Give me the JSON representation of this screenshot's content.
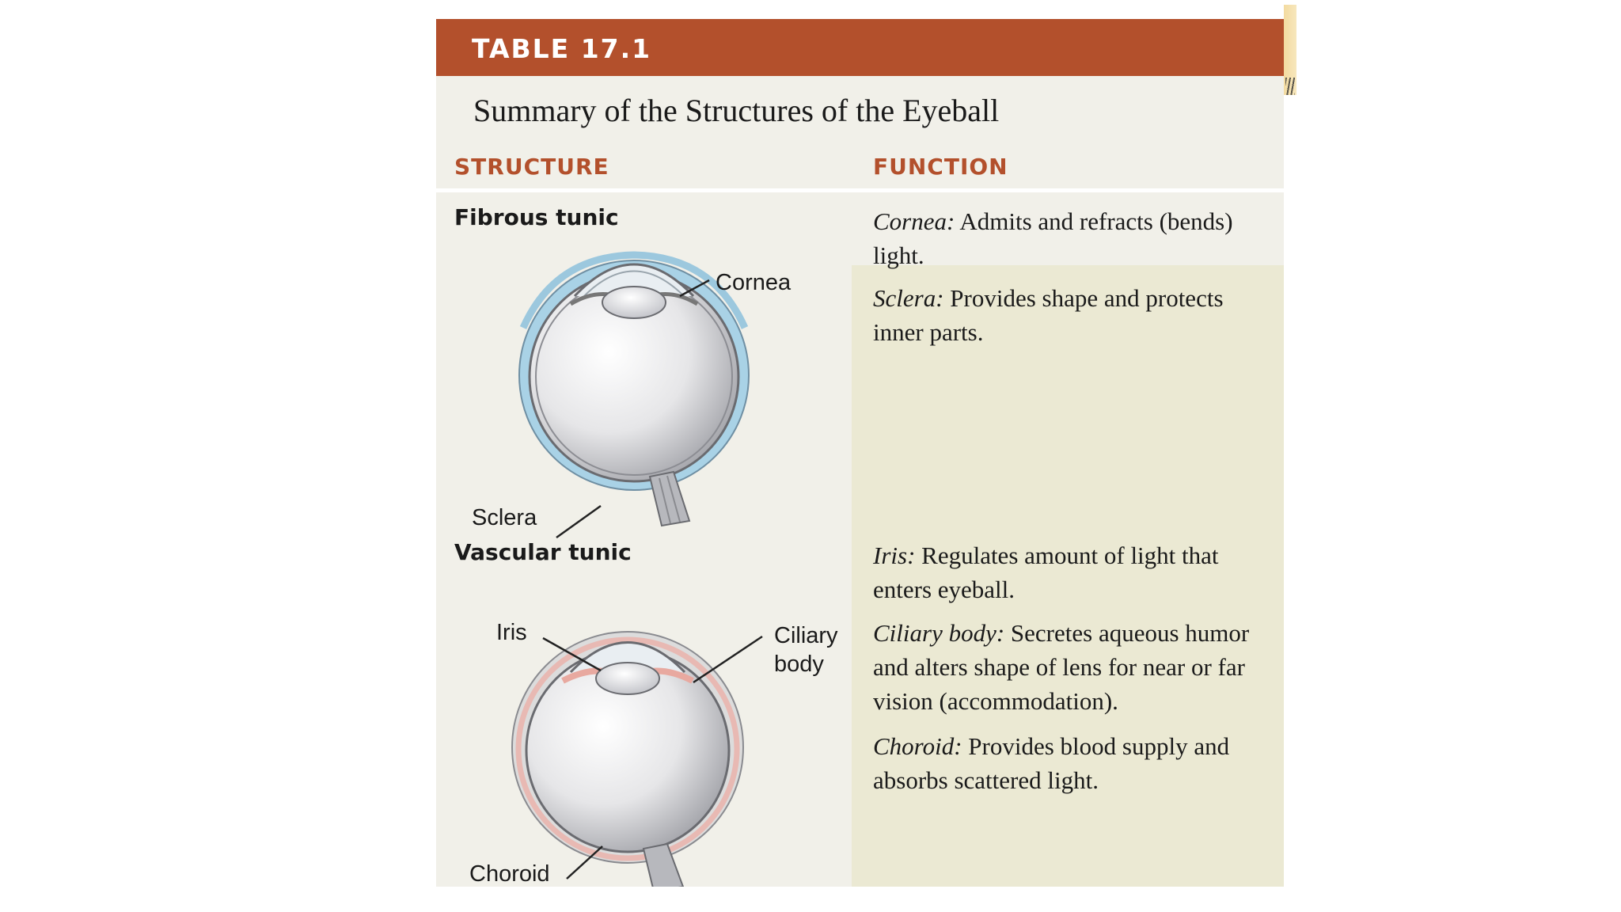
{
  "table": {
    "number": "TABLE 17.1",
    "title": "Summary of the Structures of the Eyeball",
    "columns": {
      "structure": "STRUCTURE",
      "function": "FUNCTION"
    }
  },
  "rows": [
    {
      "structure": "Fibrous tunic",
      "diagram_labels": {
        "top_right": "Cornea",
        "bottom_left": "Sclera"
      },
      "functions": [
        {
          "term": "Cornea:",
          "text": " Admits and refracts (bends) light."
        },
        {
          "term": "Sclera:",
          "text": " Provides shape and protects inner parts."
        }
      ]
    },
    {
      "structure": "Vascular tunic",
      "diagram_labels": {
        "top_left": "Iris",
        "top_right_line1": "Ciliary",
        "top_right_line2": "body",
        "bottom_left": "Choroid"
      },
      "functions": [
        {
          "term": "Iris:",
          "text": " Regulates amount of light that enters eyeball."
        },
        {
          "term": "Ciliary body:",
          "text": " Secretes aqueous humor and alters shape of lens for near or far vision (accommodation)."
        },
        {
          "term": "Choroid:",
          "text": " Provides blood supply and absorbs scattered light."
        }
      ]
    }
  ],
  "colors": {
    "header": "#b3502c",
    "panel": "#f1f0e9",
    "function_panel": "#ebe9d3",
    "sclera_layer": "#a9d2e6",
    "choroid_layer": "#e8b9b3"
  },
  "icons": [
    "eyeball-fibrous-diagram",
    "eyeball-vascular-diagram"
  ]
}
